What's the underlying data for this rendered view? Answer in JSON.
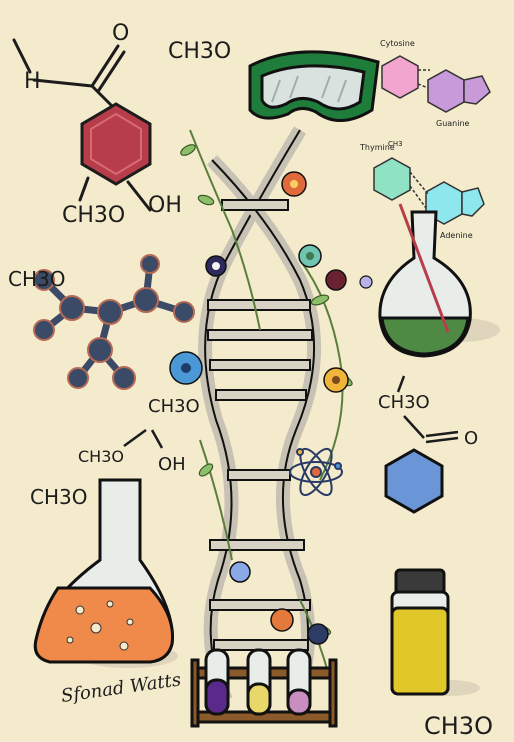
{
  "labels": {
    "ch3o_top": "CH3O",
    "ch3o_ring_left": "CH3O",
    "oh_ring": "OH",
    "h_aldehyde": "H",
    "o_aldehyde": "O",
    "ch3o_molecule": "CH3O",
    "ch3o_mid_1": "CH3O",
    "ch3o_mid_2": "CH3O",
    "oh_mid": "OH",
    "ch3o_left_flask": "CH3O",
    "ch3o_right": "CH3O",
    "o_right": "O",
    "ch3o_bottom": "CH3O",
    "cytosine": "Cytosine",
    "guanine": "Guanine",
    "thymine": "Thymine",
    "adenine": "Adenine",
    "ch3_small": "CH3"
  },
  "signature": "Sfonad Watts",
  "colors": {
    "background": "#f4ebcd",
    "hexagon_red": "#b83d4a",
    "molecule_navy": "#3b4a66",
    "goggles_green": "#1f7d3c",
    "flask_green": "#4f8a44",
    "flask_orange": "#f08a4b",
    "hexagon_blue": "#6a95d6",
    "vial_yellow": "#e1c728",
    "dna_gray": "#c8c2b4",
    "cytosine_pink": "#f2a6cf",
    "guanine_purple": "#c99ad9",
    "thymine_green": "#8fe3c4",
    "adenine_cyan": "#8fe7ee"
  }
}
